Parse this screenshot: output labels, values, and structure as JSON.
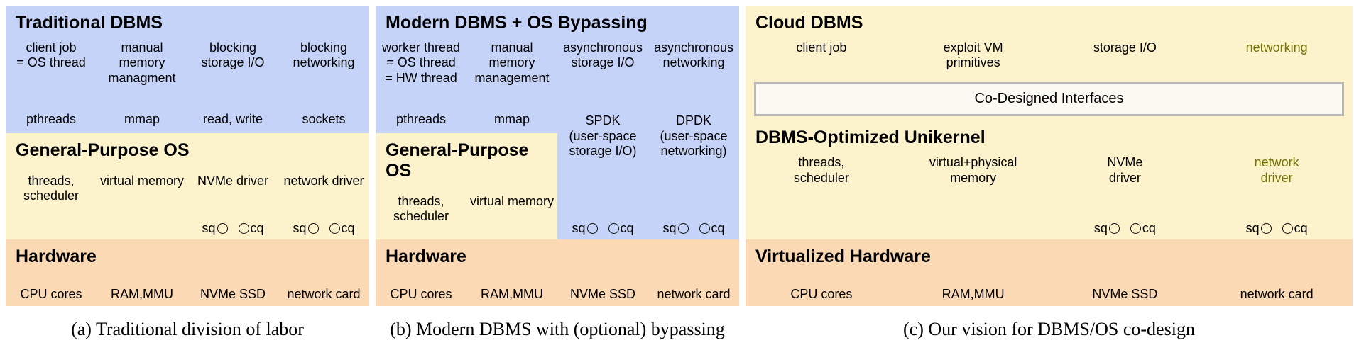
{
  "colors": {
    "dbms_blue": "#c4d3f7",
    "os_yellow": "#fcf3cd",
    "hardware_orange": "#fcd9b5",
    "highlight_olive": "#737300",
    "interface_box_border": "#b8b8b8"
  },
  "queue": {
    "sq": "sq",
    "cq": "cq"
  },
  "panel_a": {
    "dbms": {
      "title": "Traditional DBMS",
      "items": [
        "client job\n= OS thread",
        "manual\nmemory\nmanagment",
        "blocking\nstorage I/O",
        "blocking\nnetworking"
      ],
      "apis": [
        "pthreads",
        "mmap",
        "read, write",
        "sockets"
      ]
    },
    "os": {
      "title": "General-Purpose OS",
      "items": [
        "threads,\nscheduler",
        "virtual memory",
        "NVMe driver",
        "network driver"
      ]
    },
    "hardware": {
      "title": "Hardware",
      "items": [
        "CPU cores",
        "RAM,MMU",
        "NVMe SSD",
        "network card"
      ]
    },
    "caption": "(a) Traditional division of labor"
  },
  "panel_b": {
    "dbms": {
      "title": "Modern DBMS + OS Bypassing",
      "items": [
        "worker thread\n= OS thread\n= HW thread",
        "manual\nmemory\nmanagement",
        "asynchronous\nstorage I/O",
        "asynchronous\nnetworking"
      ],
      "apis": [
        "pthreads",
        "mmap"
      ],
      "bypass": [
        "SPDK\n(user-space\nstorage I/O)",
        "DPDK\n(user-space\nnetworking)"
      ]
    },
    "os": {
      "title": "General-Purpose OS",
      "items": [
        "threads,\nscheduler",
        "virtual memory"
      ]
    },
    "hardware": {
      "title": "Hardware",
      "items": [
        "CPU cores",
        "RAM,MMU",
        "NVMe SSD",
        "network card"
      ]
    },
    "caption": "(b) Modern DBMS with (optional) bypassing"
  },
  "panel_c": {
    "dbms": {
      "title": "Cloud DBMS",
      "items": [
        "client job",
        "exploit VM\nprimitives",
        "storage I/O",
        "networking"
      ]
    },
    "interfaces": {
      "label": "Co-Designed Interfaces"
    },
    "unikernel": {
      "title": "DBMS-Optimized Unikernel",
      "items": [
        "threads,\nscheduler",
        "virtual+physical\nmemory",
        "NVMe\ndriver",
        "network\ndriver"
      ]
    },
    "hardware": {
      "title": "Virtualized Hardware",
      "items": [
        "CPU cores",
        "RAM,MMU",
        "NVMe SSD",
        "network card"
      ]
    },
    "caption": "(c) Our vision for DBMS/OS co-design"
  }
}
